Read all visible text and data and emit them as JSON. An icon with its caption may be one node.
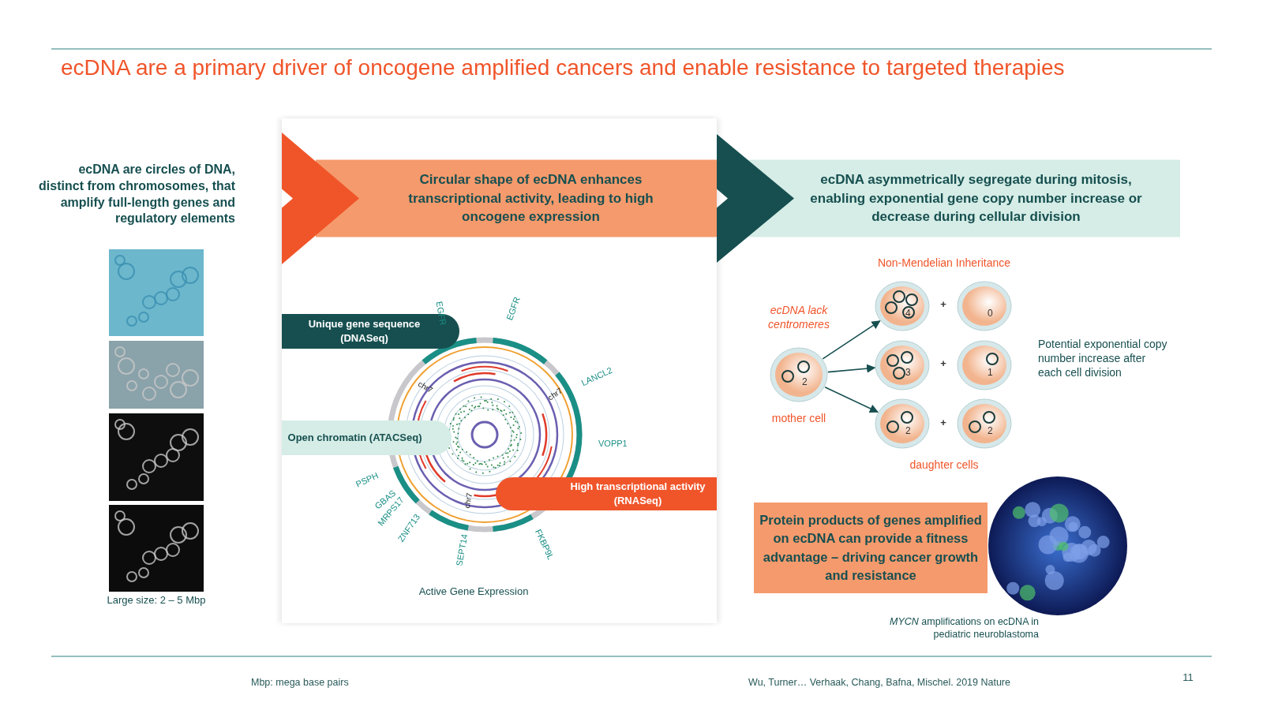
{
  "diagram": {
    "title": "ecDNA are a primary driver of oncogene amplified cancers and enable resistance to targeted therapies",
    "nodes": [
      {
        "text": [
          "Circular shape of ecDNA enhances transcriptional activity, leading to high oncogene expression"
        ]
      },
      {
        "text": [
          "ecDNA asymmetrically segregate during mitosis, enabling exponential gene copy number increase or decrease during cellular division"
        ]
      },
      {
        "text": [
          "Unique gene sequence (DNASeq)"
        ]
      },
      {
        "text": [
          "Open chromatin (ATACSeq)"
        ]
      },
      {
        "text": [
          "High transcriptional activity (RNASeq)"
        ]
      },
      {
        "text": [
          "2"
        ],
        "beside": [
          "mother cell"
        ]
      },
      {
        "text": [
          "4"
        ]
      },
      {
        "text": [
          "0"
        ]
      },
      {
        "text": [
          "3"
        ]
      },
      {
        "text": [
          "1"
        ]
      },
      {
        "text": [
          "2"
        ]
      },
      {
        "text": [
          "2"
        ]
      },
      {
        "text": [
          "Protein products of genes amplified on ecDNA can provide a fitness advantage – driving cancer growth and resistance"
        ]
      }
    ],
    "edges": [
      {
        "from": 5,
        "to": 6,
        "arrow": "to"
      },
      {
        "from": 5,
        "to": 8,
        "arrow": "to"
      },
      {
        "from": 5,
        "to": 10,
        "arrow": "to"
      }
    ],
    "labels": [
      "ecDNA are circles of DNA, distinct from chromosomes, that amplify full-length genes and regulatory elements",
      "Large size: 2 – 5 Mbp",
      "EGFR",
      "EGFR",
      "LANCL2",
      "VOPP1",
      "FKBP9L",
      "SEPT14",
      "ZNF713",
      "MRPS17",
      "GBAS",
      "PSPH",
      "chr7",
      "chr7",
      "chr7",
      "Active Gene Expression",
      "Non-Mendelian Inheritance",
      "ecDNA lack centromeres",
      "+",
      "+",
      "+",
      "daughter cells",
      "Potential exponential copy number increase after each cell division",
      "*MYCN* amplifications on ecDNA in pediatric neuroblastoma",
      "Mbp: mega base pairs",
      "Wu, Turner… Verhaak, Chang, Bafna, Mischel. 2019 Nature",
      "11"
    ]
  }
}
